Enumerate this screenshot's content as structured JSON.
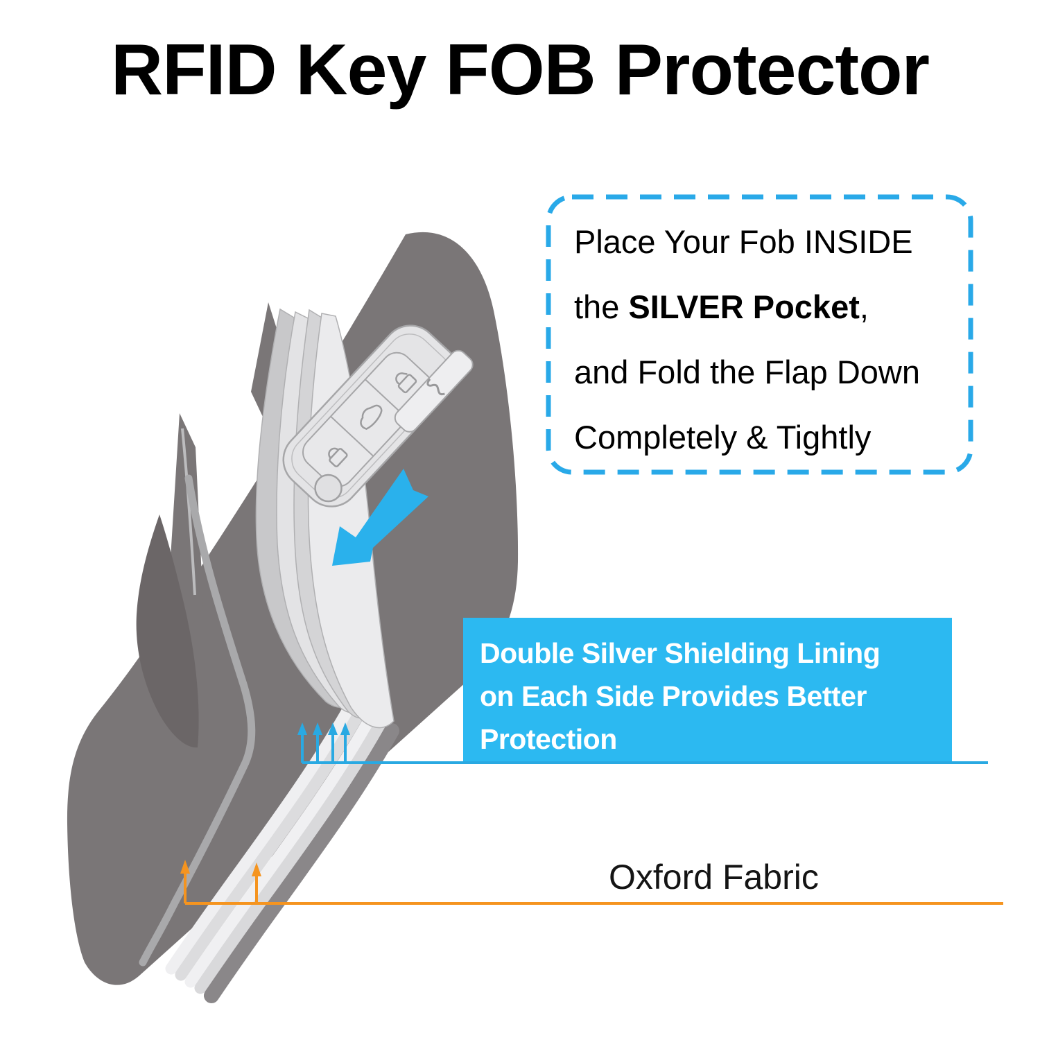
{
  "page": {
    "title": "RFID Key FOB Protector"
  },
  "instruction_note": {
    "line1": "Place Your Fob INSIDE",
    "line2_pre": "the ",
    "line2_bold": "SILVER Pocket",
    "line2_post": ",",
    "line3": "and Fold the Flap Down",
    "line4": "Completely & Tightly"
  },
  "shielding_note": {
    "line1": "Double Silver Shielding Lining",
    "line2": "on Each Side Provides Better",
    "line3": "Protection"
  },
  "fabric_note": {
    "label": "Oxford Fabric"
  },
  "illustration": {
    "subject": "rfid-key-fob-pouch",
    "icons": [
      "car-key-fob",
      "lock-icon",
      "car-icon",
      "unlock-icon",
      "insert-arrow",
      "shield-callout-arrows",
      "fabric-callout-arrows"
    ]
  },
  "colors": {
    "cyan_fill": "#2CB9F1",
    "cyan_line": "#29A9E2",
    "dash_blue": "#29A9E8",
    "arrow_blue": "#2AB1EC",
    "orange": "#F5941F",
    "pouch_gray": "#7A7677",
    "pouch_shadow": "#6B6667",
    "edge_highlight": "#A9A9AB",
    "silver_deep": "#C8C8CA",
    "silver_mid": "#D4D4D6",
    "silver_soft": "#E3E3E5",
    "silver_light": "#EBEBED",
    "page_edge_dark": "#8A8789",
    "fob_fill": "#E4E4E6",
    "fob_panel": "#E8E8EA",
    "fob_outline": "#A6A6A8",
    "text_black": "#000000",
    "text_white": "#FFFFFF"
  }
}
